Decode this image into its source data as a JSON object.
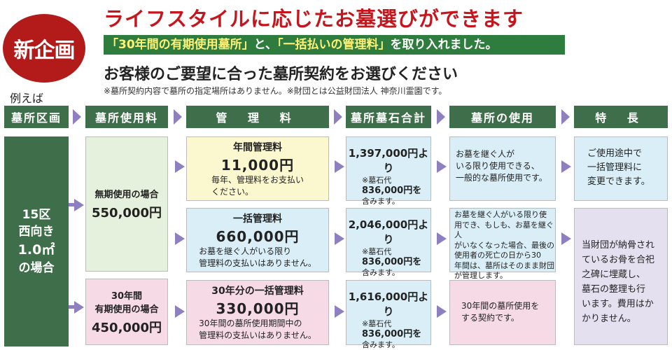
{
  "seal_label": "新企画",
  "title": "ライフスタイルに応じたお墓選びができます",
  "banner": {
    "q1": "「30年間の有期使用墓所」",
    "mid": "と、",
    "q2": "「一括払いの管理料」",
    "end": "を取り入れました。"
  },
  "subtitle": "お客様のご要望に合った墓所契約をお選びください",
  "note": "※墓所契約内容で墓所の指定場所はありません。※財団とは公益財団法人 神奈川霊園です。",
  "example": "例えば",
  "headers": [
    "墓所区画",
    "墓所使用料",
    "管 理 料",
    "墓所墓石合計",
    "墓所の使用",
    "特 長"
  ],
  "plot": {
    "l1": "15区",
    "l2": "西向き",
    "l3": "1.0㎡",
    "l4": "の場合"
  },
  "usage_fees": {
    "permanent": {
      "label": "無期使用の場合",
      "value": "550,000円"
    },
    "term": {
      "label1": "30年間",
      "label2": "有期使用の場合",
      "value": "450,000円"
    }
  },
  "management": {
    "annual": {
      "title": "年間管理料",
      "value": "11,000円",
      "d1": "毎年、管理料をお支払い",
      "d2": "ください。"
    },
    "lump": {
      "title": "一括管理料",
      "value": "660,000円",
      "d1": "お墓を継ぐ人がいる限り",
      "d2": "管理料の支払いはありません。"
    },
    "term": {
      "title": "30年分の一括管理料",
      "value": "330,000円",
      "d1": "30年間の墓所使用期間中の",
      "d2": "管理料の支払いはありません。"
    }
  },
  "totals": {
    "annual": {
      "value": "1,397,000円より",
      "n1": "※墓石代",
      "n2": "836,000円を",
      "n3": "含みます。"
    },
    "lump": {
      "value": "2,046,000円より",
      "n1": "※墓石代",
      "n2": "836,000円を",
      "n3": "含みます。"
    },
    "term": {
      "value": "1,616,000円より",
      "n1": "※墓石代",
      "n2": "836,000円を",
      "n3": "含みます。"
    }
  },
  "usage": {
    "annual": [
      "お墓を継ぐ人が",
      "いる限り使用できる、",
      "一般的な墓所使用です。"
    ],
    "lump": [
      "お墓を継ぐ人がいる限り使",
      "用でき、もしも、お墓を継ぐ人",
      "がいなくなった場合、最後の",
      "使用者の死亡の日から30",
      "年間は、墓所はそのまま財団",
      "が管理します。"
    ],
    "term": [
      "30年間の墓所使用を",
      "する契約です。"
    ]
  },
  "features": {
    "top": [
      "ご使用途中で",
      "一括管理料に",
      "変更できます。"
    ],
    "bottom": [
      "当財団が納骨され",
      "ているお骨を合祀",
      "之碑に埋蔵し、",
      "墓石の整理も行",
      "います。費用はか",
      "かりません。"
    ]
  },
  "colors": {
    "accent_red": "#c4161c",
    "header_green": "#3f6f4a",
    "banner_green": "#2e7d3f",
    "arrow": "#8e80bf"
  }
}
